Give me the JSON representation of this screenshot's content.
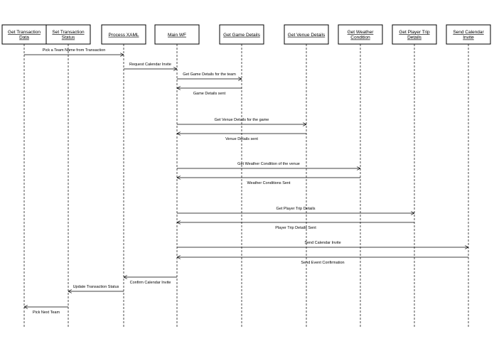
{
  "lifelines": [
    {
      "id": "gtd",
      "label": [
        "Get Transaction",
        "Data"
      ]
    },
    {
      "id": "sts",
      "label": [
        "Set Transaction",
        "Status"
      ]
    },
    {
      "id": "px",
      "label": [
        "Process XAML"
      ]
    },
    {
      "id": "mwf",
      "label": [
        "Main WF"
      ]
    },
    {
      "id": "ggd",
      "label": [
        "Get Game Details"
      ]
    },
    {
      "id": "gvd",
      "label": [
        "Get Venue Details"
      ]
    },
    {
      "id": "gwc",
      "label": [
        "Get Weather",
        "Condition"
      ]
    },
    {
      "id": "gpt",
      "label": [
        "Get Player Trip",
        "Details"
      ]
    },
    {
      "id": "sci",
      "label": [
        "Send Calendar",
        "Invite"
      ]
    }
  ],
  "messages": [
    {
      "from": "gtd",
      "to": "px",
      "label": "Pick a Team Name from Transaction"
    },
    {
      "from": "px",
      "to": "mwf",
      "label": "Request Calendar Invite"
    },
    {
      "from": "mwf",
      "to": "ggd",
      "label": "Get Game Details for the team"
    },
    {
      "from": "ggd",
      "to": "mwf",
      "label": "Game Details sent"
    },
    {
      "from": "mwf",
      "to": "gvd",
      "label": "Get Venue Details for the game"
    },
    {
      "from": "gvd",
      "to": "mwf",
      "label": "Venue Details sent"
    },
    {
      "from": "mwf",
      "to": "gwc",
      "label": "Get Weather Condition of the venue"
    },
    {
      "from": "gwc",
      "to": "mwf",
      "label": "Weather Conditions Sent"
    },
    {
      "from": "mwf",
      "to": "gpt",
      "label": "Get Player Trip Details"
    },
    {
      "from": "gpt",
      "to": "mwf",
      "label": "Player Trip Details Sent"
    },
    {
      "from": "mwf",
      "to": "sci",
      "label": "Send Calendar Invite"
    },
    {
      "from": "sci",
      "to": "mwf",
      "label": "Send Event Confirmation"
    },
    {
      "from": "mwf",
      "to": "px",
      "label": "Confirm Calendar Invite"
    },
    {
      "from": "px",
      "to": "sts",
      "label": "Update Transaction Status"
    },
    {
      "from": "sts",
      "to": "gtd",
      "label": "Pick Next Team"
    }
  ]
}
